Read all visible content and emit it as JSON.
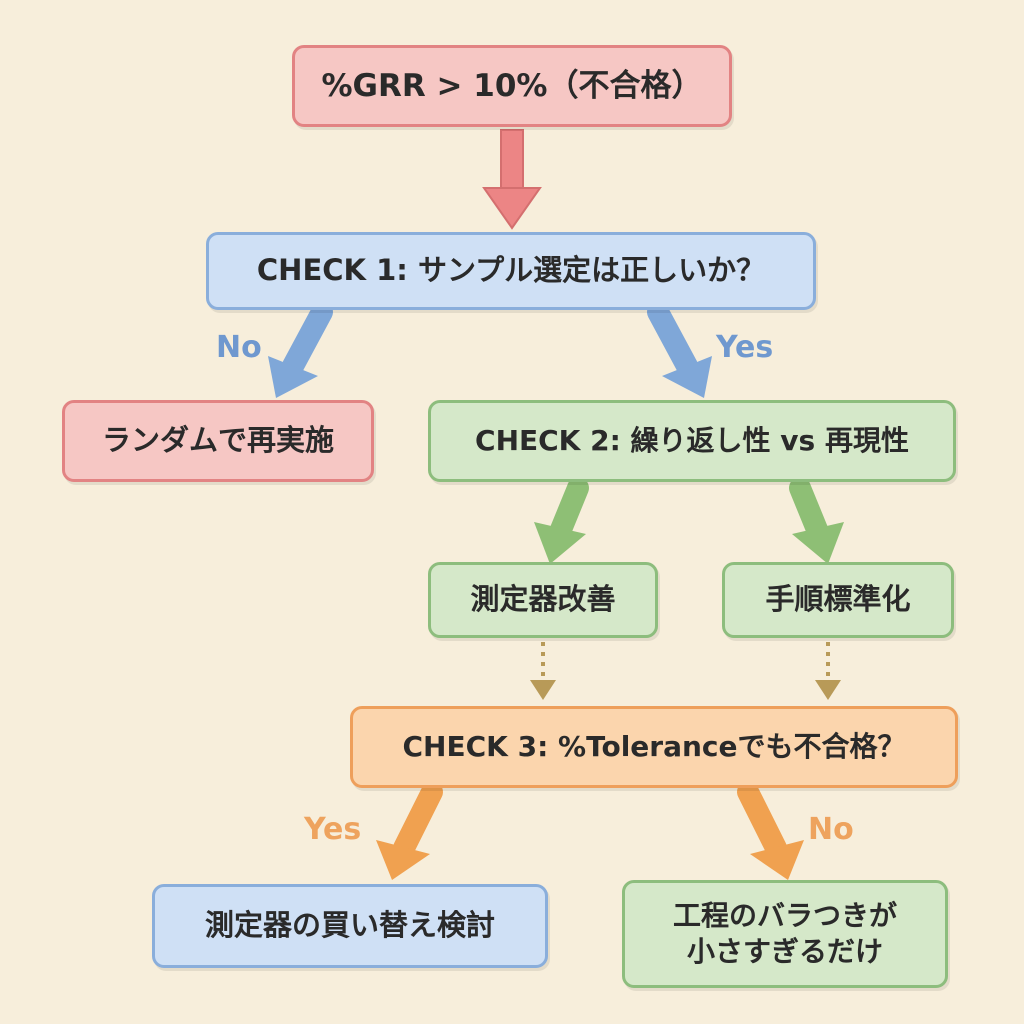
{
  "nodes": {
    "start": "%GRR > 10%（不合格）",
    "check1": "CHECK 1: サンプル選定は正しいか？",
    "random": "ランダムで再実施",
    "check2": "CHECK 2: 繰り返し性 vs 再現性",
    "improve": "測定器改善",
    "standardize": "手順標準化",
    "check3": "CHECK 3: %Toleranceでも不合格？",
    "replace": "測定器の買い替え検討",
    "process_line1": "工程のバラつきが",
    "process_line2": "小さすぎるだけ"
  },
  "labels": {
    "check1_no": "No",
    "check1_yes": "Yes",
    "check3_yes": "Yes",
    "check3_no": "No"
  },
  "colors": {
    "background": "#f7eedb",
    "red_arrow": "#ec8585",
    "blue_arrow": "#7fa7d8",
    "green_arrow": "#8ebf75",
    "orange_arrow": "#f0a150",
    "dotted_arrow": "#b89a58",
    "blue_label": "#6f98cf",
    "orange_label": "#eea35e"
  }
}
